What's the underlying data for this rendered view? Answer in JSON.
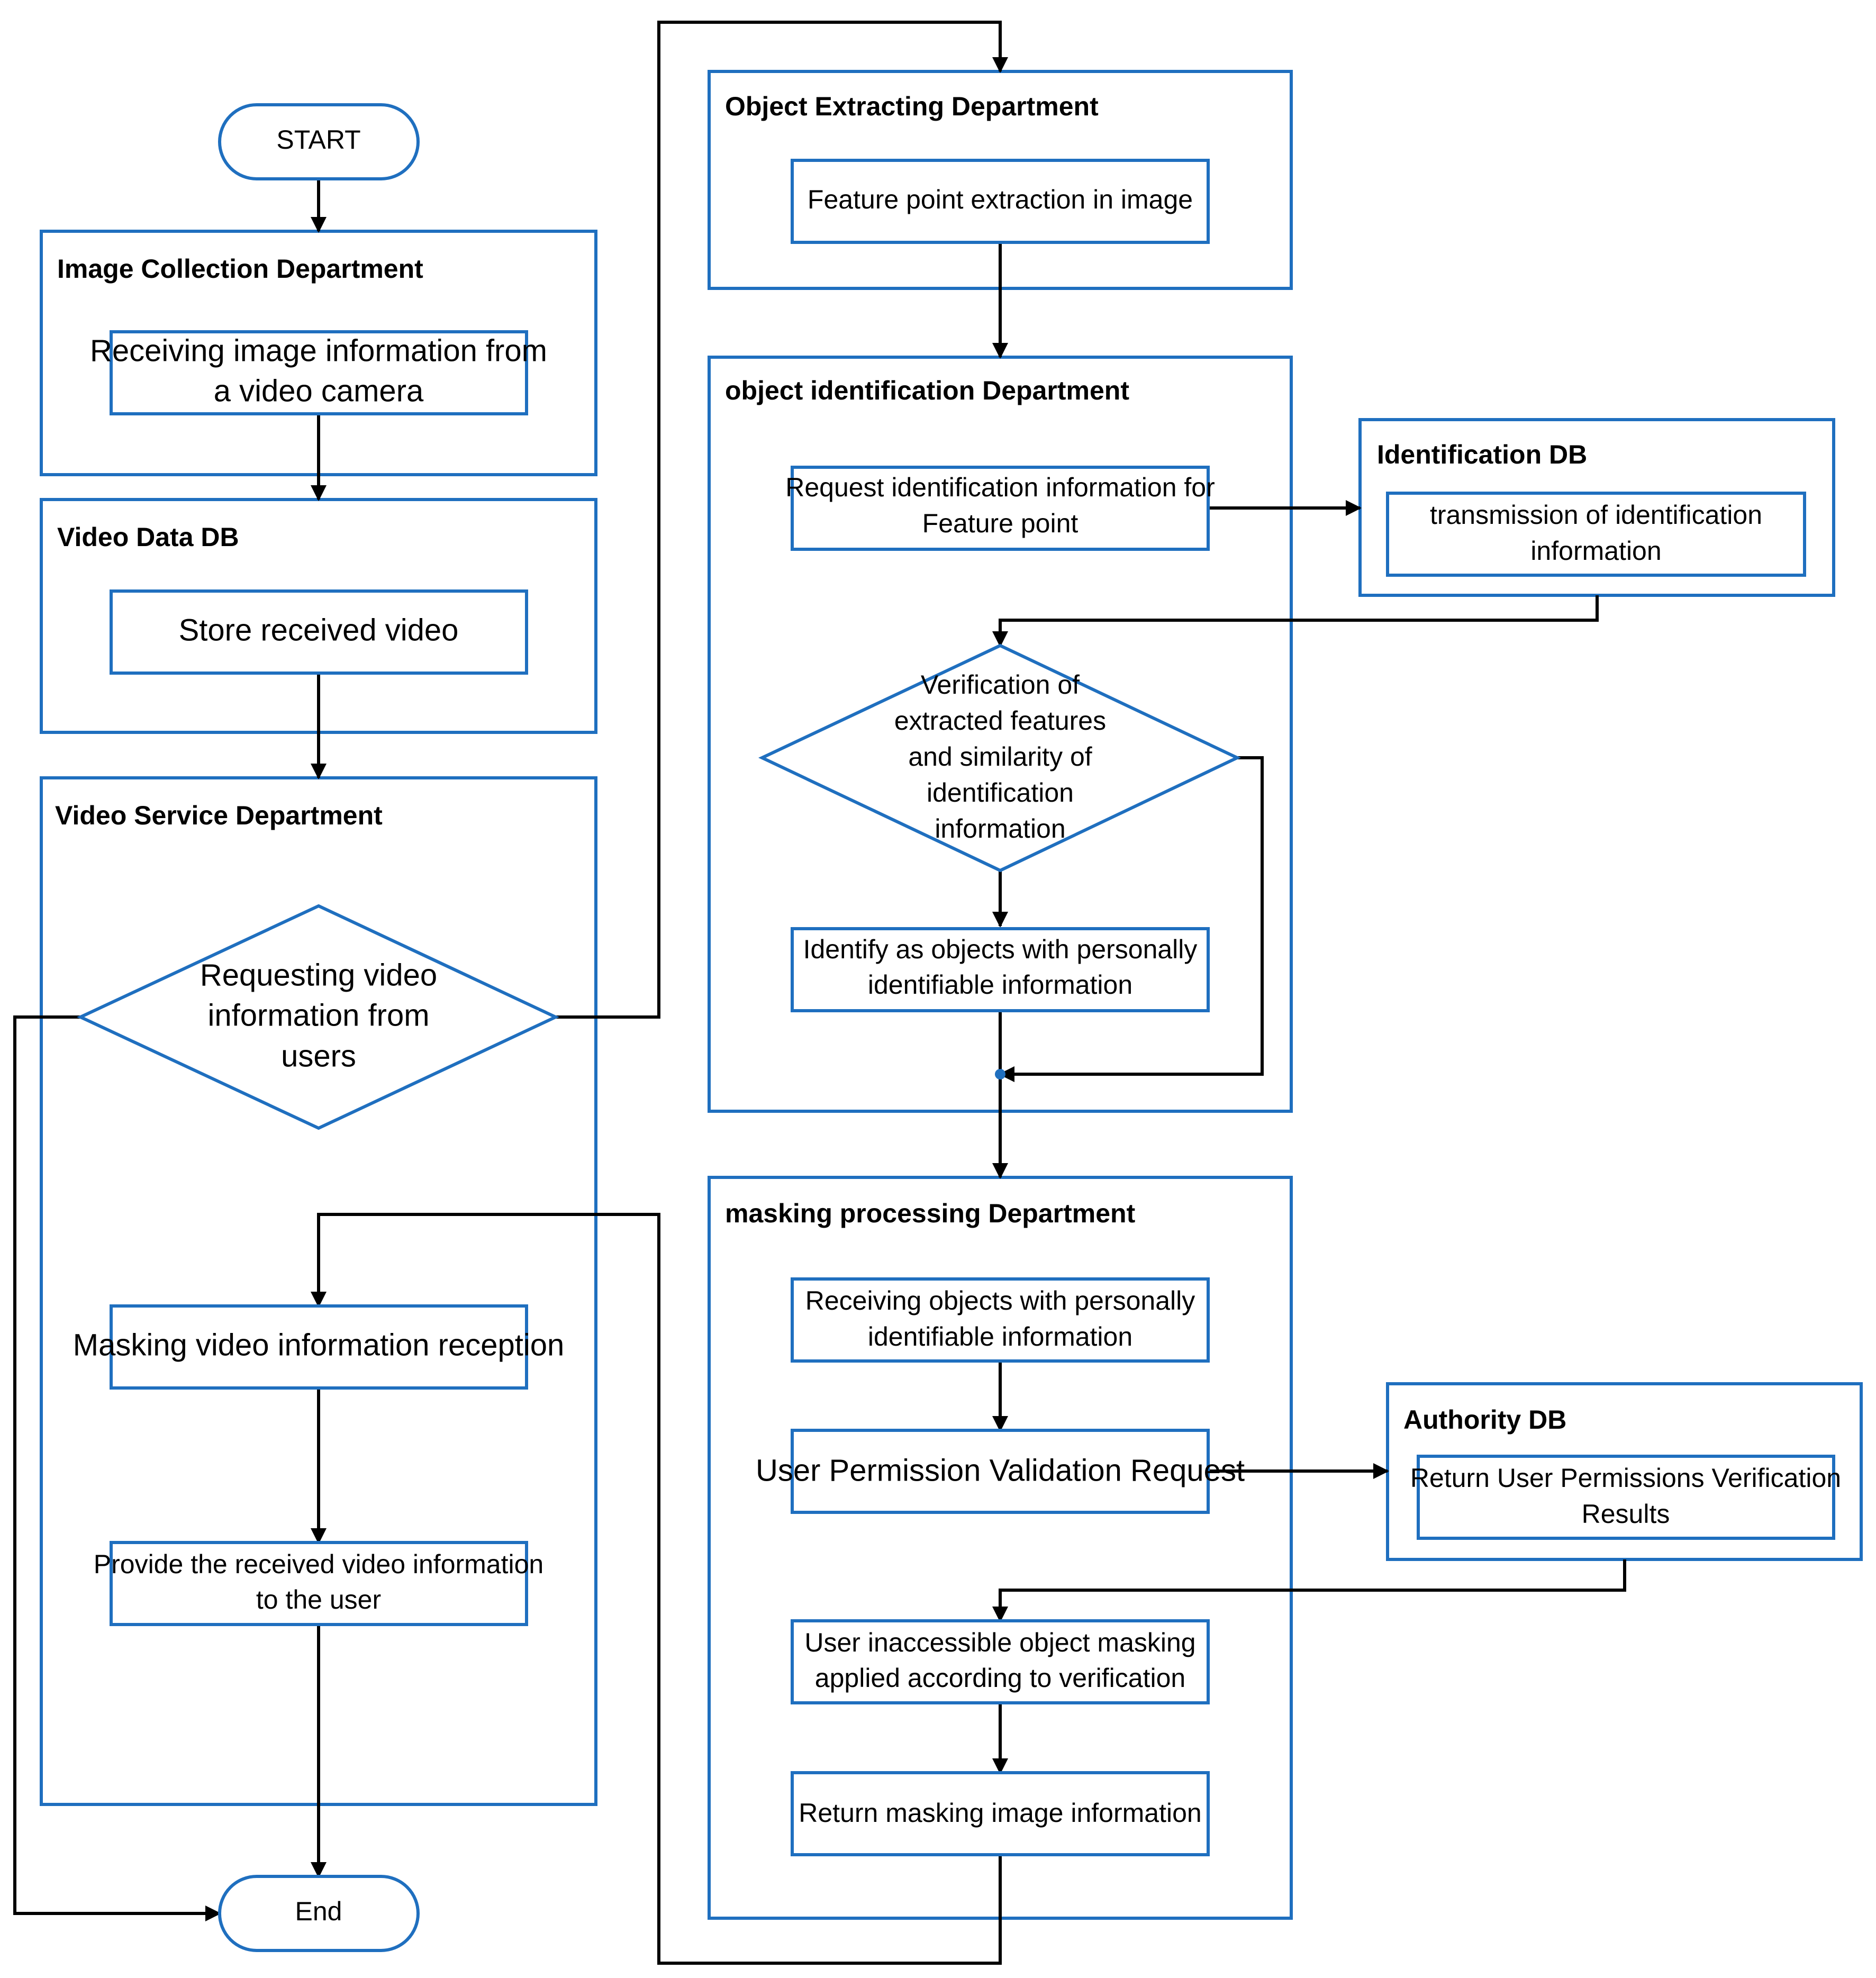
{
  "colors": {
    "frame": "#1f6fbf",
    "connector": "#000000",
    "background": "#ffffff"
  },
  "terminals": {
    "start": "START",
    "end": "End"
  },
  "image_collection": {
    "title": "Image Collection Department",
    "receive_line1": "Receiving image information from",
    "receive_line2": "a video camera"
  },
  "video_db": {
    "title": "Video Data DB",
    "store": "Store received video"
  },
  "video_service": {
    "title": "Video Service Department",
    "request_line1": "Requesting video",
    "request_line2": "information from",
    "request_line3": "users",
    "masking_reception": "Masking video information reception",
    "provide_line1": "Provide the received video information",
    "provide_line2": "to the user"
  },
  "object_extracting": {
    "title": "Object Extracting Department",
    "feature": "Feature point extraction in image"
  },
  "object_identification": {
    "title": "object identification Department",
    "request_line1": "Request identification information for",
    "request_line2": "Feature point",
    "verify_line1": "Verification of",
    "verify_line2": "extracted features",
    "verify_line3": "and similarity of",
    "verify_line4": "identification",
    "verify_line5": "information",
    "identify_line1": "Identify as objects with personally",
    "identify_line2": "identifiable information"
  },
  "identification_db": {
    "title": "Identification DB",
    "transmit_line1": "transmission of identification",
    "transmit_line2": "information"
  },
  "masking_processing": {
    "title": "masking processing Department",
    "receive_line1": "Receiving objects with personally",
    "receive_line2": "identifiable information",
    "permission": "User Permission Validation Request",
    "apply_line1": "User inaccessible object masking",
    "apply_line2": "applied according to verification",
    "return_masking": "Return masking image information"
  },
  "authority_db": {
    "title": "Authority DB",
    "return_line1": "Return User Permissions Verification",
    "return_line2": "Results"
  }
}
